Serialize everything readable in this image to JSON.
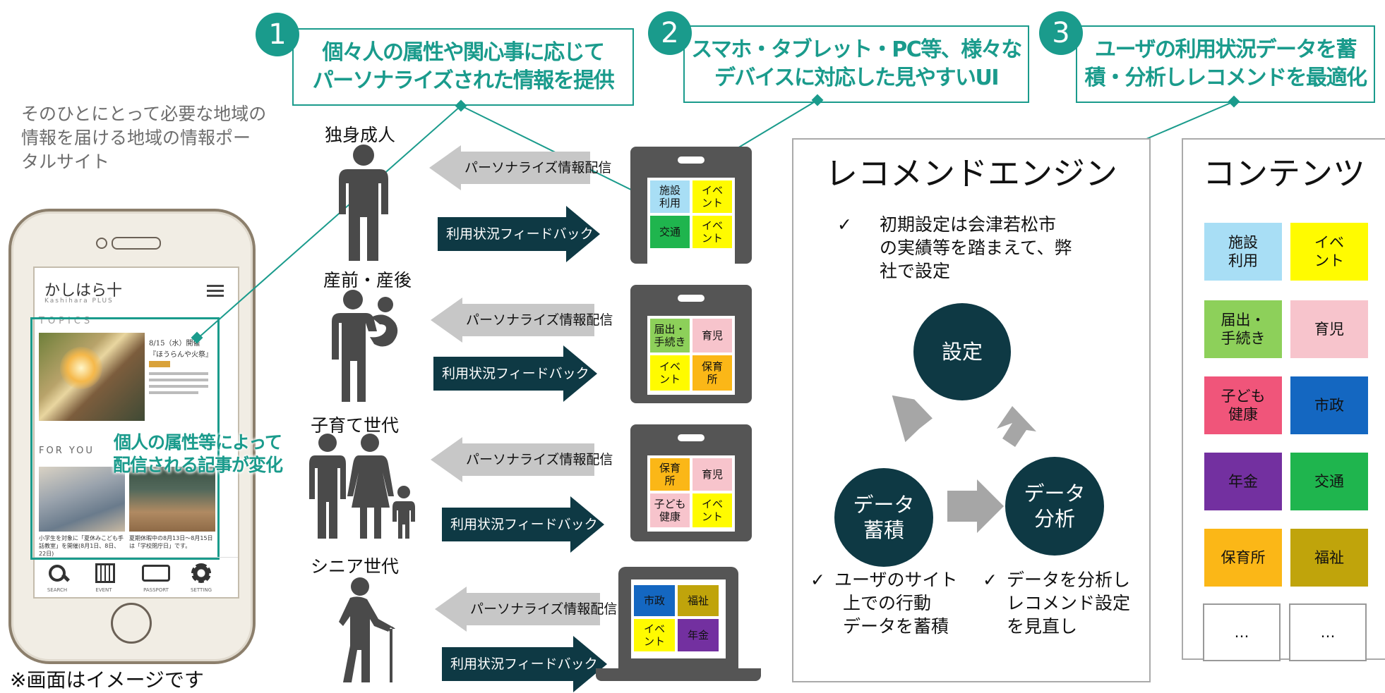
{
  "intro": {
    "line1": "そのひとにとって必要な地域の",
    "line2": "情報を届ける地域の情報ポー",
    "line3": "タルサイト"
  },
  "phone": {
    "logo": "かしはら十",
    "logo_sub": "Kashihara PLUS",
    "topics": "TOPICS",
    "foryou": "FOR YOU",
    "event_date": "8/15（水）開催",
    "event_name": "『ほうらんや火祭』",
    "article1": "小学生を対象に「夏休みこども手話教室」を開催(8月1日、8日、22日)",
    "article2": "夏期休暇中の8月13日～8月15日は「学校閉庁日」です。",
    "overlay_line1": "個人の属性等によって",
    "overlay_line2": "配信される記事が変化",
    "nav": [
      "SEARCH",
      "EVENT",
      "PASSPORT",
      "SETTING"
    ],
    "note": "※画面はイメージです"
  },
  "callouts": [
    {
      "num": "1",
      "line1": "個々人の属性や関心事に応じて",
      "line2": "パーソナライズされた情報を提供"
    },
    {
      "num": "2",
      "line1": "スマホ・タブレット・PC等、様々な",
      "line2": "デバイスに対応した見やすいUI"
    },
    {
      "num": "3",
      "line1": "ユーザの利用状況データを蓄",
      "line2": "積・分析しレコメンドを最適化"
    }
  ],
  "personas": [
    {
      "label": "独身成人"
    },
    {
      "label": "産前・産後"
    },
    {
      "label": "子育て世代"
    },
    {
      "label": "シニア世代"
    }
  ],
  "arrows": {
    "distribution": "パーソナライズ情報配信",
    "feedback": "利用状況フィードバック"
  },
  "devices": [
    {
      "tiles": [
        {
          "label": "施設利用",
          "color": "#a8def5"
        },
        {
          "label": "イベント",
          "color": "#fffb00"
        },
        {
          "label": "交通",
          "color": "#1fb54e"
        },
        {
          "label": "イベント",
          "color": "#fffb00"
        }
      ]
    },
    {
      "tiles": [
        {
          "label": "届出・手続き",
          "color": "#8dd05a"
        },
        {
          "label": "育児",
          "color": "#f7c4cc"
        },
        {
          "label": "イベント",
          "color": "#fffb00"
        },
        {
          "label": "保育所",
          "color": "#fbb717"
        }
      ]
    },
    {
      "tiles": [
        {
          "label": "保育所",
          "color": "#fbb717"
        },
        {
          "label": "育児",
          "color": "#f7c4cc"
        },
        {
          "label": "子ども健康",
          "color": "#f7c4cc"
        },
        {
          "label": "イベント",
          "color": "#fffb00"
        }
      ]
    },
    {
      "tiles": [
        {
          "label": "市政",
          "color": "#1467c1"
        },
        {
          "label": "福祉",
          "color": "#c0a40b"
        },
        {
          "label": "イベント",
          "color": "#fffb00"
        },
        {
          "label": "年金",
          "color": "#7330a0"
        }
      ]
    }
  ],
  "engine": {
    "title": "レコメンドエンジン",
    "check1": [
      "初期設定は会津若松市",
      "の実績等を踏まえて、弊",
      "社で設定"
    ],
    "setting": "設定",
    "accumulate": [
      "データ",
      "蓄積"
    ],
    "analyze": [
      "データ",
      "分析"
    ],
    "check2": [
      "ユーザのサイト",
      "上での行動",
      "データを蓄積"
    ],
    "check3": [
      "データを分析し",
      "レコメンド設定",
      "を見直し"
    ]
  },
  "contents": {
    "title": "コンテンツ",
    "tiles": [
      {
        "label": [
          "施設",
          "利用"
        ],
        "color": "#a8def5"
      },
      {
        "label": [
          "イベ",
          "ント"
        ],
        "color": "#fffb00"
      },
      {
        "label": [
          "届出・",
          "手続き"
        ],
        "color": "#8dd05a"
      },
      {
        "label": [
          "育児"
        ],
        "color": "#f7c4cc"
      },
      {
        "label": [
          "子ども",
          "健康"
        ],
        "color": "#f0557a"
      },
      {
        "label": [
          "市政"
        ],
        "color": "#1467c1"
      },
      {
        "label": [
          "年金"
        ],
        "color": "#7330a0"
      },
      {
        "label": [
          "交通"
        ],
        "color": "#1fb54e"
      },
      {
        "label": [
          "保育所"
        ],
        "color": "#fbb717"
      },
      {
        "label": [
          "福祉"
        ],
        "color": "#c0a40b"
      },
      {
        "label": [
          "…"
        ],
        "color": "#ffffff"
      },
      {
        "label": [
          "…"
        ],
        "color": "#ffffff"
      }
    ]
  }
}
